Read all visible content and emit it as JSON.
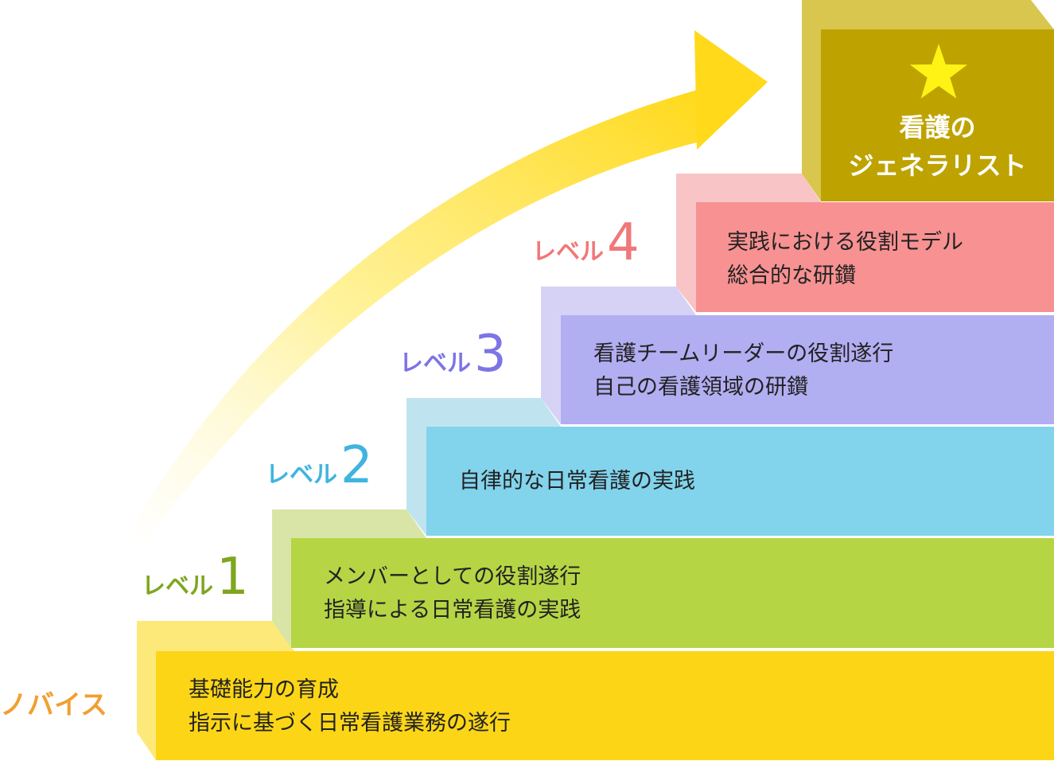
{
  "goal": {
    "lines": [
      "看護の",
      "ジェネラリスト"
    ],
    "star_icon": "star-icon"
  },
  "novice": {
    "label": "ノバイス"
  },
  "levels": [
    {
      "word": "レベル",
      "number": "1",
      "lines": [
        "メンバーとしての役割遂行",
        "指導による日常看護の実践"
      ]
    },
    {
      "word": "レベル",
      "number": "2",
      "lines": [
        "自律的な日常看護の実践"
      ]
    },
    {
      "word": "レベル",
      "number": "3",
      "lines": [
        "看護チームリーダーの役割遂行",
        "自己の看護領域の研鑽"
      ]
    },
    {
      "word": "レベル",
      "number": "4",
      "lines": [
        "実践における役割モデル",
        "総合的な研鑽"
      ]
    }
  ],
  "base": {
    "lines": [
      "基礎能力の育成",
      "指示に基づく日常看護業務の遂行"
    ]
  },
  "colors": {
    "base_front": "#FCD616",
    "base_side": "#FDE97A",
    "level1_front": "#B5D545",
    "level1_side": "#D9E5A6",
    "level1_label": "#7FA61F",
    "level2_front": "#82D3EC",
    "level2_side": "#BFE4F0",
    "level2_label": "#3FB4DF",
    "level3_front": "#B2AEF2",
    "level3_side": "#D5D2F6",
    "level3_label": "#7D74E6",
    "level4_front": "#F79192",
    "level4_side": "#F8C4C5",
    "level4_label": "#F17878",
    "goal_front": "#BEA300",
    "goal_side": "#D8C64E",
    "star": "#FFF215",
    "novice_label": "#F0A030",
    "arrow": "#FFD91A"
  }
}
